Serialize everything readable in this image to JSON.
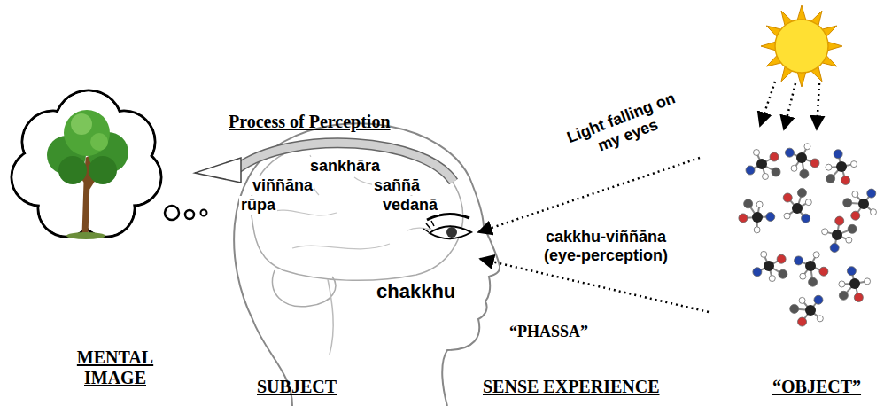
{
  "diagram": {
    "labels": [
      "Process of Perception",
      "sankhāra",
      "viññāna",
      "saññā",
      "rūpa",
      "vedanā",
      "Light falling on my eyes",
      "cakkhu-viññāna (eye-perception)",
      "chakkhu",
      "“PHASSA”",
      "MENTAL IMAGE",
      "SUBJECT",
      "SENSE EXPERIENCE",
      "“OBJECT”"
    ]
  }
}
